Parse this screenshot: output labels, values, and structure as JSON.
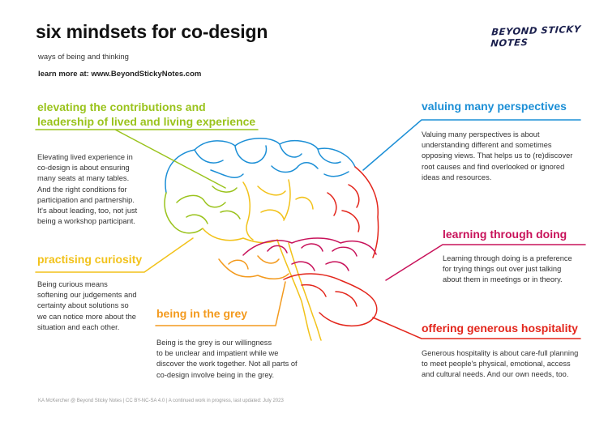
{
  "title": "six mindsets for co-design",
  "subtitle": "ways of being and thinking",
  "learn_more": "learn more at: www.BeyondStickyNotes.com",
  "logo_text": "BEYOND STICKY NOTES",
  "footer": "KA McKercher @ Beyond Sticky Notes | CC BY-NC-SA 4.0 | A continued work in progress, last updated: July 2023",
  "mindsets": [
    {
      "heading_lines": [
        "elevating the contributions and",
        "leadership of lived and living experience"
      ],
      "body_lines": [
        "Elevating lived experience in",
        "co-design is about ensuring",
        "many seats at many tables.",
        "And the right conditions for",
        "participation and partnership.",
        "It's about leading, too, not just",
        "being a workshop participant."
      ],
      "color": "#9ac31c"
    },
    {
      "heading_lines": [
        "valuing many perspectives"
      ],
      "body_lines": [
        "Valuing many perspectives is about",
        "understanding different and sometimes",
        "opposing views. That helps us to (re)discover",
        "root causes and find overlooked or ignored",
        "ideas and resources."
      ],
      "color": "#1c8fd6"
    },
    {
      "heading_lines": [
        "practising curiosity"
      ],
      "body_lines": [
        "Being curious means",
        "softening our judgements and",
        "certainty about solutions so",
        "we can notice more about the",
        "situation and each other."
      ],
      "color": "#f2c21a"
    },
    {
      "heading_lines": [
        "learning through doing"
      ],
      "body_lines": [
        "Learning through doing is a preference",
        "for trying things out over just talking",
        "about them in meetings or in theory."
      ],
      "color": "#c8125a"
    },
    {
      "heading_lines": [
        "being in the grey"
      ],
      "body_lines": [
        "Being is the grey is our willingness",
        "to be unclear and impatient while we",
        "discover the work together. Not all parts of",
        "co-design involve being in the grey."
      ],
      "color": "#f39a1e"
    },
    {
      "heading_lines": [
        "offering generous hospitality"
      ],
      "body_lines": [
        "Generous hospitality is about care-full planning",
        "to meet people's physical, emotional, access",
        "and cultural needs. And our own needs, too."
      ],
      "color": "#e3261c"
    }
  ]
}
